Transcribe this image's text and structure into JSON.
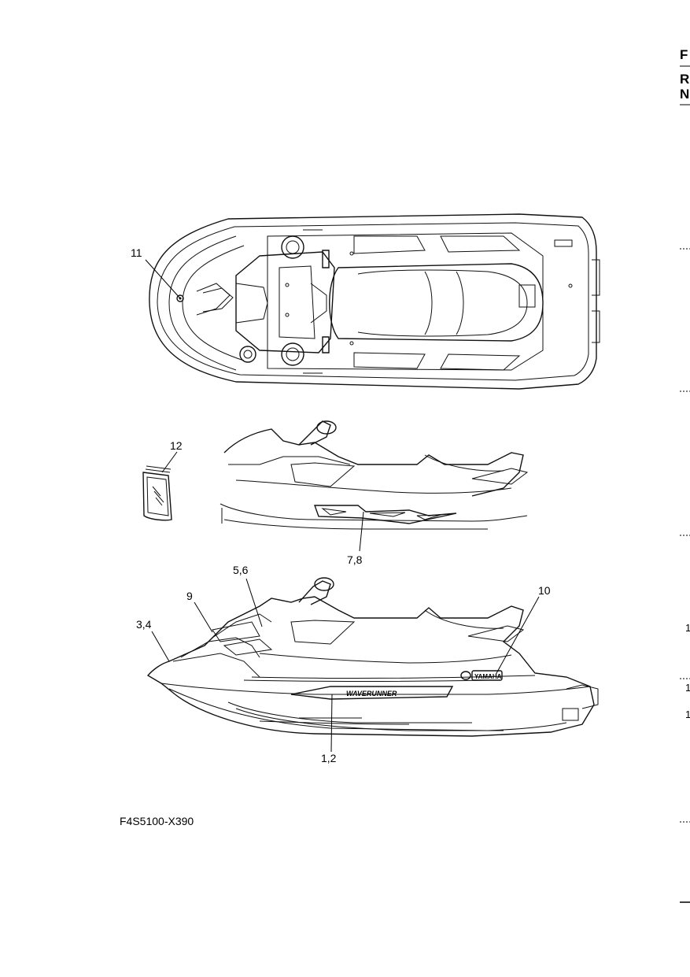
{
  "callouts": [
    "11",
    "12",
    "7,8",
    "5,6",
    "9",
    "3,4",
    "10",
    "1,2"
  ],
  "figure_code": "F4S5100-X390",
  "decal_text": {
    "hull_logo": "WAVERUNNER",
    "brand_logo": "YAMAHA"
  },
  "right_edge": {
    "letters": [
      "F",
      "R",
      "N"
    ],
    "numbers": [
      "1",
      "1",
      "1"
    ]
  }
}
